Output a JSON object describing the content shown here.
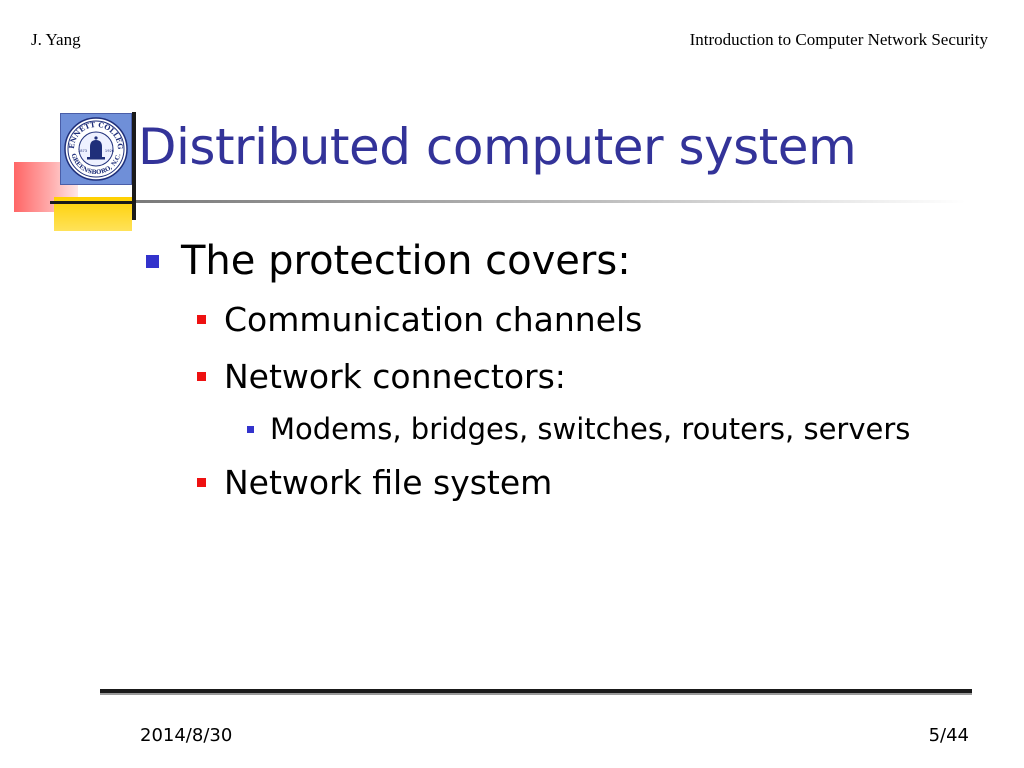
{
  "header": {
    "author": "J. Yang",
    "course": "Introduction to Computer Network Security"
  },
  "logo": {
    "top_text": "BENNETT COLLEGE",
    "bottom_text": "GREENSBORO, N.C.",
    "year_left": "1873",
    "year_right": "1926"
  },
  "slide": {
    "title": "Distributed computer system",
    "bullets": [
      {
        "level": 1,
        "text": "The protection covers:"
      },
      {
        "level": 2,
        "text": "Communication channels"
      },
      {
        "level": 2,
        "text": "Network connectors:"
      },
      {
        "level": 3,
        "text": "Modems, bridges, switches, routers, servers"
      },
      {
        "level": 2,
        "text": "Network file system"
      }
    ]
  },
  "footer": {
    "date": "2014/8/30",
    "page": "5/44"
  },
  "colors": {
    "title": "#333399",
    "level1_bullet": "#3333cc",
    "level2_bullet": "#ee1111",
    "level3_bullet": "#3333cc"
  }
}
